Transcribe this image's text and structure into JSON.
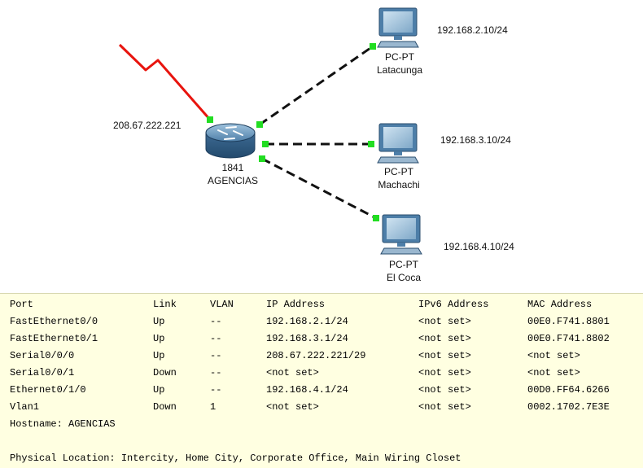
{
  "topology": {
    "router": {
      "icon": "router-icon",
      "model": "1841",
      "name": "AGENCIAS",
      "wan_ip": "208.67.222.221"
    },
    "pcs": [
      {
        "icon": "pc-icon",
        "type": "PC-PT",
        "name": "Latacunga",
        "ip": "192.168.2.10/24"
      },
      {
        "icon": "pc-icon",
        "type": "PC-PT",
        "name": "Machachi",
        "ip": "192.168.3.10/24"
      },
      {
        "icon": "pc-icon",
        "type": "PC-PT",
        "name": "El Coca",
        "ip": "192.168.4.10/24"
      }
    ],
    "colors": {
      "serial_link": "#e8140e",
      "ethernet_link": "#111111",
      "link_up": "#22dd22",
      "panel_bg": "#ffffe1"
    }
  },
  "port_table": {
    "headers": [
      "Port",
      "Link",
      "VLAN",
      "IP Address",
      "IPv6 Address",
      "MAC Address"
    ],
    "rows": [
      [
        "FastEthernet0/0",
        "Up",
        "--",
        "192.168.2.1/24",
        "<not set>",
        "00E0.F741.8801"
      ],
      [
        "FastEthernet0/1",
        "Up",
        "--",
        "192.168.3.1/24",
        "<not set>",
        "00E0.F741.8802"
      ],
      [
        "Serial0/0/0",
        "Up",
        "--",
        "208.67.222.221/29",
        "<not set>",
        "<not set>"
      ],
      [
        "Serial0/0/1",
        "Down",
        "--",
        "<not set>",
        "<not set>",
        "<not set>"
      ],
      [
        "Ethernet0/1/0",
        "Up",
        "--",
        "192.168.4.1/24",
        "<not set>",
        "00D0.FF64.6266"
      ],
      [
        "Vlan1",
        "Down",
        "1",
        "<not set>",
        "<not set>",
        "0002.1702.7E3E"
      ]
    ],
    "hostname": "Hostname: AGENCIAS",
    "location": "Physical Location: Intercity, Home City, Corporate Office, Main Wiring Closet"
  }
}
